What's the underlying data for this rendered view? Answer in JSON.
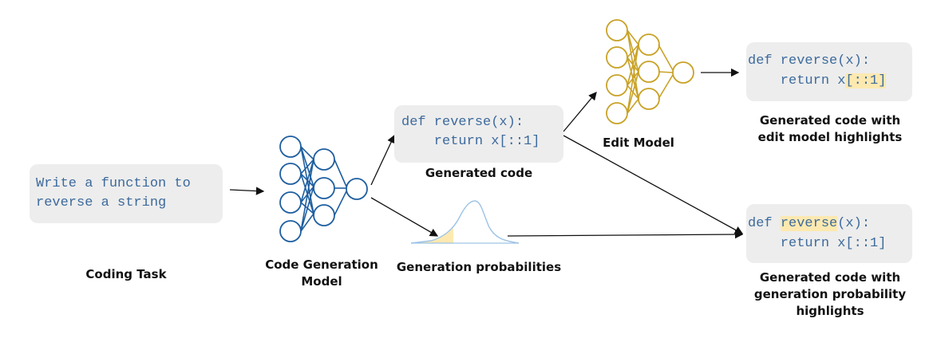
{
  "task": {
    "lines": [
      "Write a function to",
      "reverse a string"
    ],
    "label": "Coding Task"
  },
  "code_gen_model": {
    "label_lines": [
      "Code Generation",
      "Model"
    ]
  },
  "generated_code": {
    "line1": "def reverse(x):",
    "line2_prefix": "    return x",
    "line2_rest": "[::1]",
    "label": "Generated code"
  },
  "probabilities": {
    "label": "Generation probabilities"
  },
  "edit_model": {
    "label": "Edit Model"
  },
  "edit_output": {
    "line1": "def reverse(x):",
    "line2_prefix": "    return x",
    "line2_highlight": "[::1]",
    "label_lines": [
      "Generated code with",
      "edit model highlights"
    ]
  },
  "prob_output": {
    "line1_prefix": "def ",
    "line1_highlight": "reverse",
    "line1_rest": "(x):",
    "line2": "    return x[::1]",
    "label_lines": [
      "Generated code with",
      "generation probability",
      "highlights"
    ]
  },
  "colors": {
    "blue_net": "#1f5fa0",
    "gold_net": "#c9a227",
    "highlight": "#fde9b0",
    "code_text": "#3d6a9c"
  }
}
